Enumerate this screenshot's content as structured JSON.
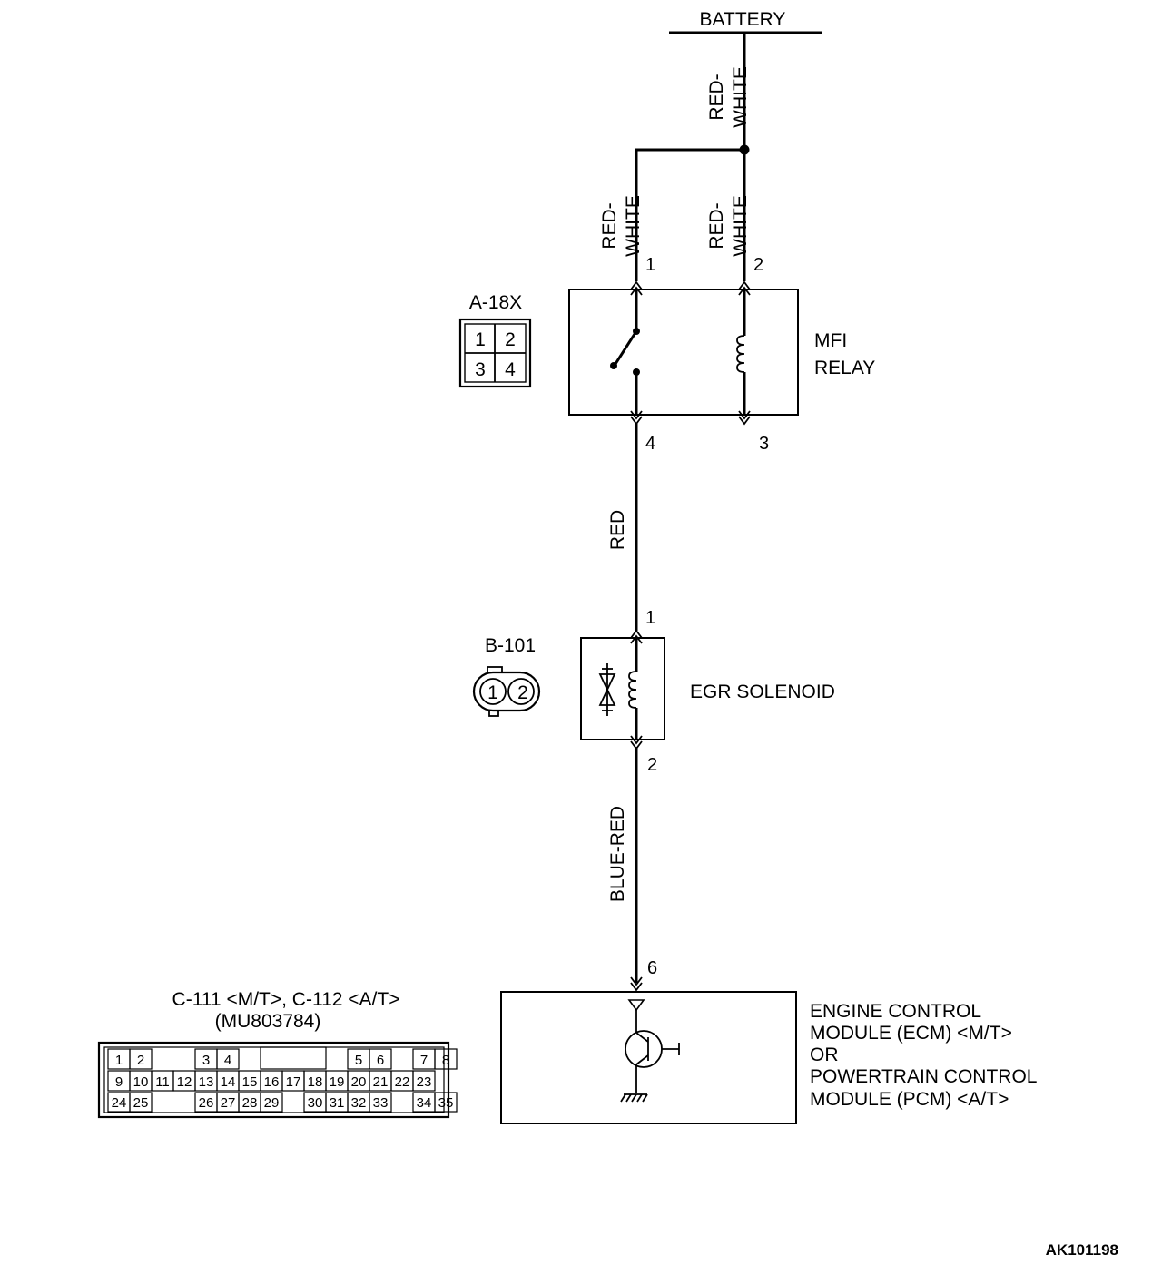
{
  "battery": {
    "label": "BATTERY"
  },
  "wires": {
    "battery_feed": "RED-\nWHITE",
    "relay_pin1_feed": "RED-\nWHITE",
    "relay_pin2_feed": "RED-\nWHITE",
    "relay_to_solenoid": "RED",
    "solenoid_to_ecm": "BLUE-RED"
  },
  "mfi_relay": {
    "label_line1": "MFI",
    "label_line2": "RELAY",
    "pins": {
      "p1": "1",
      "p2": "2",
      "p3": "3",
      "p4": "4"
    }
  },
  "relay_connector": {
    "name": "A-18X",
    "cells": [
      "1",
      "2",
      "3",
      "4"
    ]
  },
  "egr_solenoid": {
    "label": "EGR SOLENOID",
    "pins": {
      "p1": "1",
      "p2": "2"
    }
  },
  "solenoid_connector": {
    "name": "B-101",
    "cells": [
      "1",
      "2"
    ]
  },
  "ecm": {
    "pin": "6",
    "label_lines": [
      "ENGINE CONTROL",
      "MODULE (ECM) <M/T>",
      "OR",
      "POWERTRAIN CONTROL",
      "MODULE (PCM) <A/T>"
    ]
  },
  "ecm_connector": {
    "name": "C-111 <M/T>, C-112 <A/T>",
    "part_number": "(MU803784)",
    "row1": [
      "1",
      "2",
      "3",
      "4",
      "5",
      "6",
      "7",
      "8"
    ],
    "row2": [
      "9",
      "10",
      "11",
      "12",
      "13",
      "14",
      "15",
      "16",
      "17",
      "18",
      "19",
      "20",
      "21",
      "22",
      "23"
    ],
    "row3": [
      "24",
      "25",
      "26",
      "27",
      "28",
      "29",
      "30",
      "31",
      "32",
      "33",
      "34",
      "35"
    ]
  },
  "reference": "AK101198"
}
